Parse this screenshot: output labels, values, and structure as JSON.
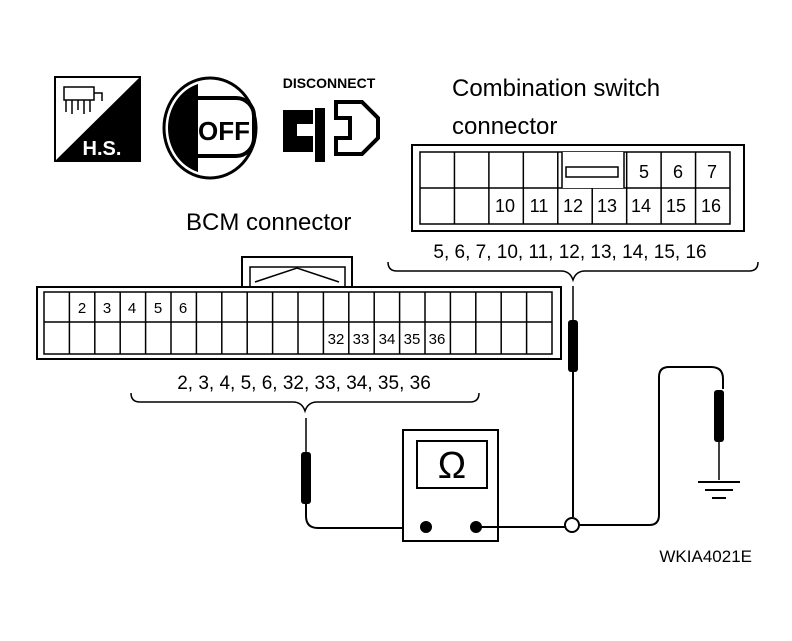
{
  "icons": {
    "hs_label": "H.S.",
    "off_label": "OFF",
    "disconnect_label": "DISCONNECT"
  },
  "combination_switch": {
    "title_line1": "Combination switch",
    "title_line2": "connector",
    "top_pins": [
      "5",
      "6",
      "7"
    ],
    "bottom_pins": [
      "10",
      "11",
      "12",
      "13",
      "14",
      "15",
      "16"
    ],
    "terminals": "5, 6, 7, 10, 11, 12, 13, 14, 15, 16"
  },
  "bcm": {
    "title": "BCM connector",
    "top_pins": [
      "2",
      "3",
      "4",
      "5",
      "6"
    ],
    "bottom_pins": [
      "32",
      "33",
      "34",
      "35",
      "36"
    ],
    "terminals": "2, 3, 4, 5, 6, 32, 33, 34, 35, 36"
  },
  "meter": {
    "symbol": "Ω"
  },
  "figure_code": "WKIA4021E"
}
